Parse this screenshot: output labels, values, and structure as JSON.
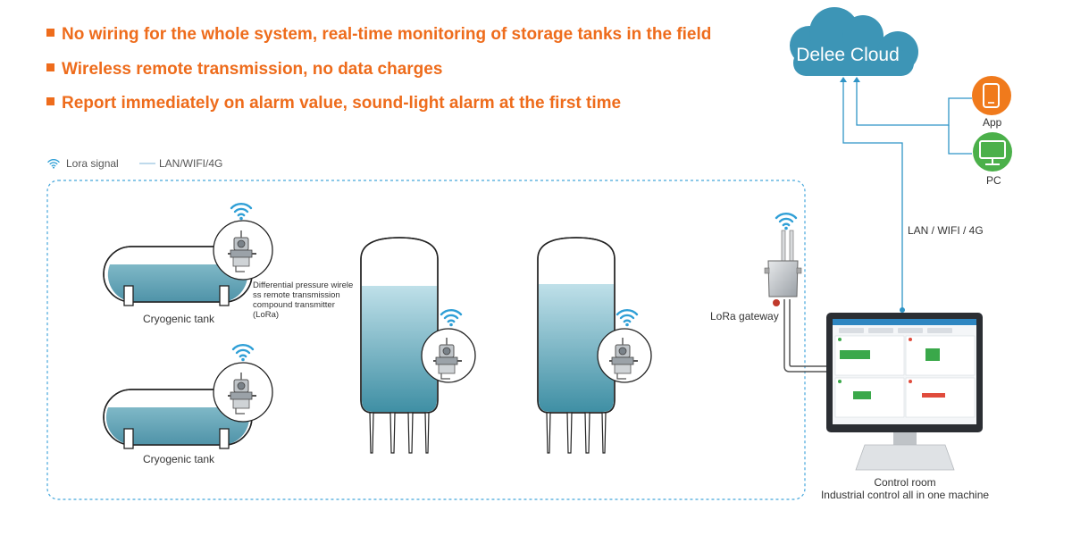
{
  "features": [
    "No wiring for the whole system, real-time monitoring of storage tanks in the field",
    "Wireless remote transmission, no data charges",
    "Report immediately on alarm value, sound-light alarm at the first time"
  ],
  "legend": {
    "lora": "Lora signal",
    "lan": "LAN/WIFI/4G"
  },
  "cloud": {
    "label": "Delee Cloud"
  },
  "clients": {
    "app": "App",
    "pc": "PC"
  },
  "link_label": "LAN / WIFI / 4G",
  "gateway_label": "LoRa gateway",
  "tanks": {
    "horizontal_label": "Cryogenic tank"
  },
  "transmitter_note": "Differential pressure wirele ss remote transmission compound transmitter (LoRa)",
  "control_room": {
    "title": "Control room",
    "subtitle": "Industrial control all in one machine"
  },
  "colors": {
    "accent": "#ee6c1c",
    "cloud": "#3d95b6",
    "line": "#2f94c6",
    "liquid": "#5ea0b2"
  }
}
